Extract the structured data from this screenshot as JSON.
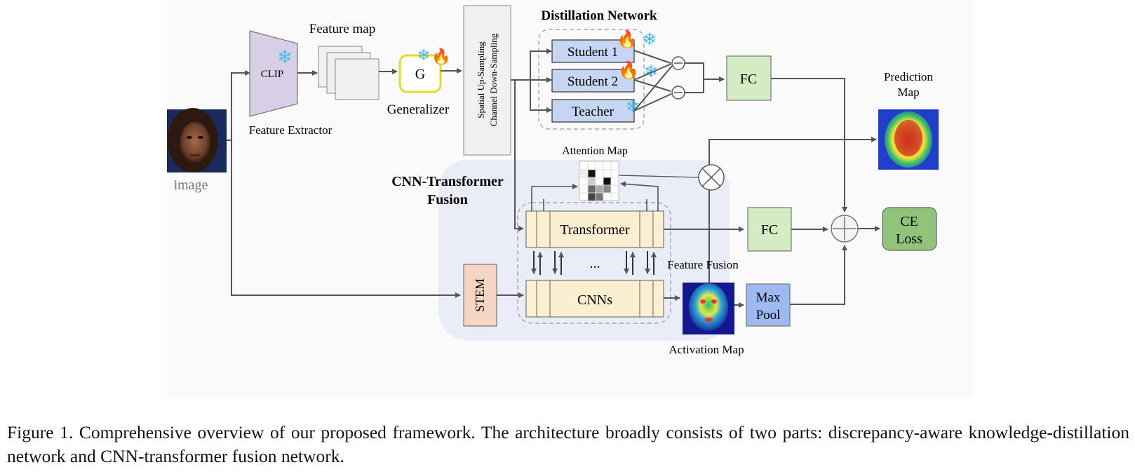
{
  "figure": {
    "input_label": "image",
    "feature_extractor": {
      "block_label": "CLIP",
      "caption": "Feature Extractor"
    },
    "feature_map_label": "Feature map",
    "generalizer": {
      "block_label": "G",
      "caption": "Generalizer"
    },
    "sampling_block": {
      "line1": "Spatial Up-Sampling",
      "line2": "Channel Down-Sampling"
    },
    "distillation": {
      "title": "Distillation Network",
      "students": [
        "Student 1",
        "Student 2"
      ],
      "teacher": "Teacher"
    },
    "fc_label": "FC",
    "prediction_map": {
      "line1": "Prediction",
      "line2": "Map"
    },
    "attention_map_label": "Attention Map",
    "fusion": {
      "title_line1": "CNN-Transformer",
      "title_line2": "Fusion"
    },
    "transformer_label": "Transformer",
    "cnn_label": "CNNs",
    "ellipsis": "...",
    "feature_fusion_label": "Feature Fusion",
    "stem_label": "STEM",
    "activation_map_label": "Activation Map",
    "maxpool": {
      "line1": "Max",
      "line2": "Pool"
    },
    "ce_loss": {
      "line1": "CE",
      "line2": "Loss"
    },
    "colors": {
      "clip_block": "#d8cfe6",
      "student_block": "#c5d5f2",
      "fc_block": "#d3ecc4",
      "fusion_background": "#e8edf7",
      "transformer_block": "#fcefcf",
      "stem_block": "#f6d6c2",
      "maxpool_block": "#9eb9f0",
      "ce_loss_block": "#8fc47a",
      "generalizer_border": "#dede2a"
    }
  },
  "caption": {
    "text": "Figure 1.  Comprehensive overview of our proposed framework.  The architecture broadly consists of two parts:  discrepancy-aware knowledge-distillation network and CNN-transformer fusion network."
  }
}
